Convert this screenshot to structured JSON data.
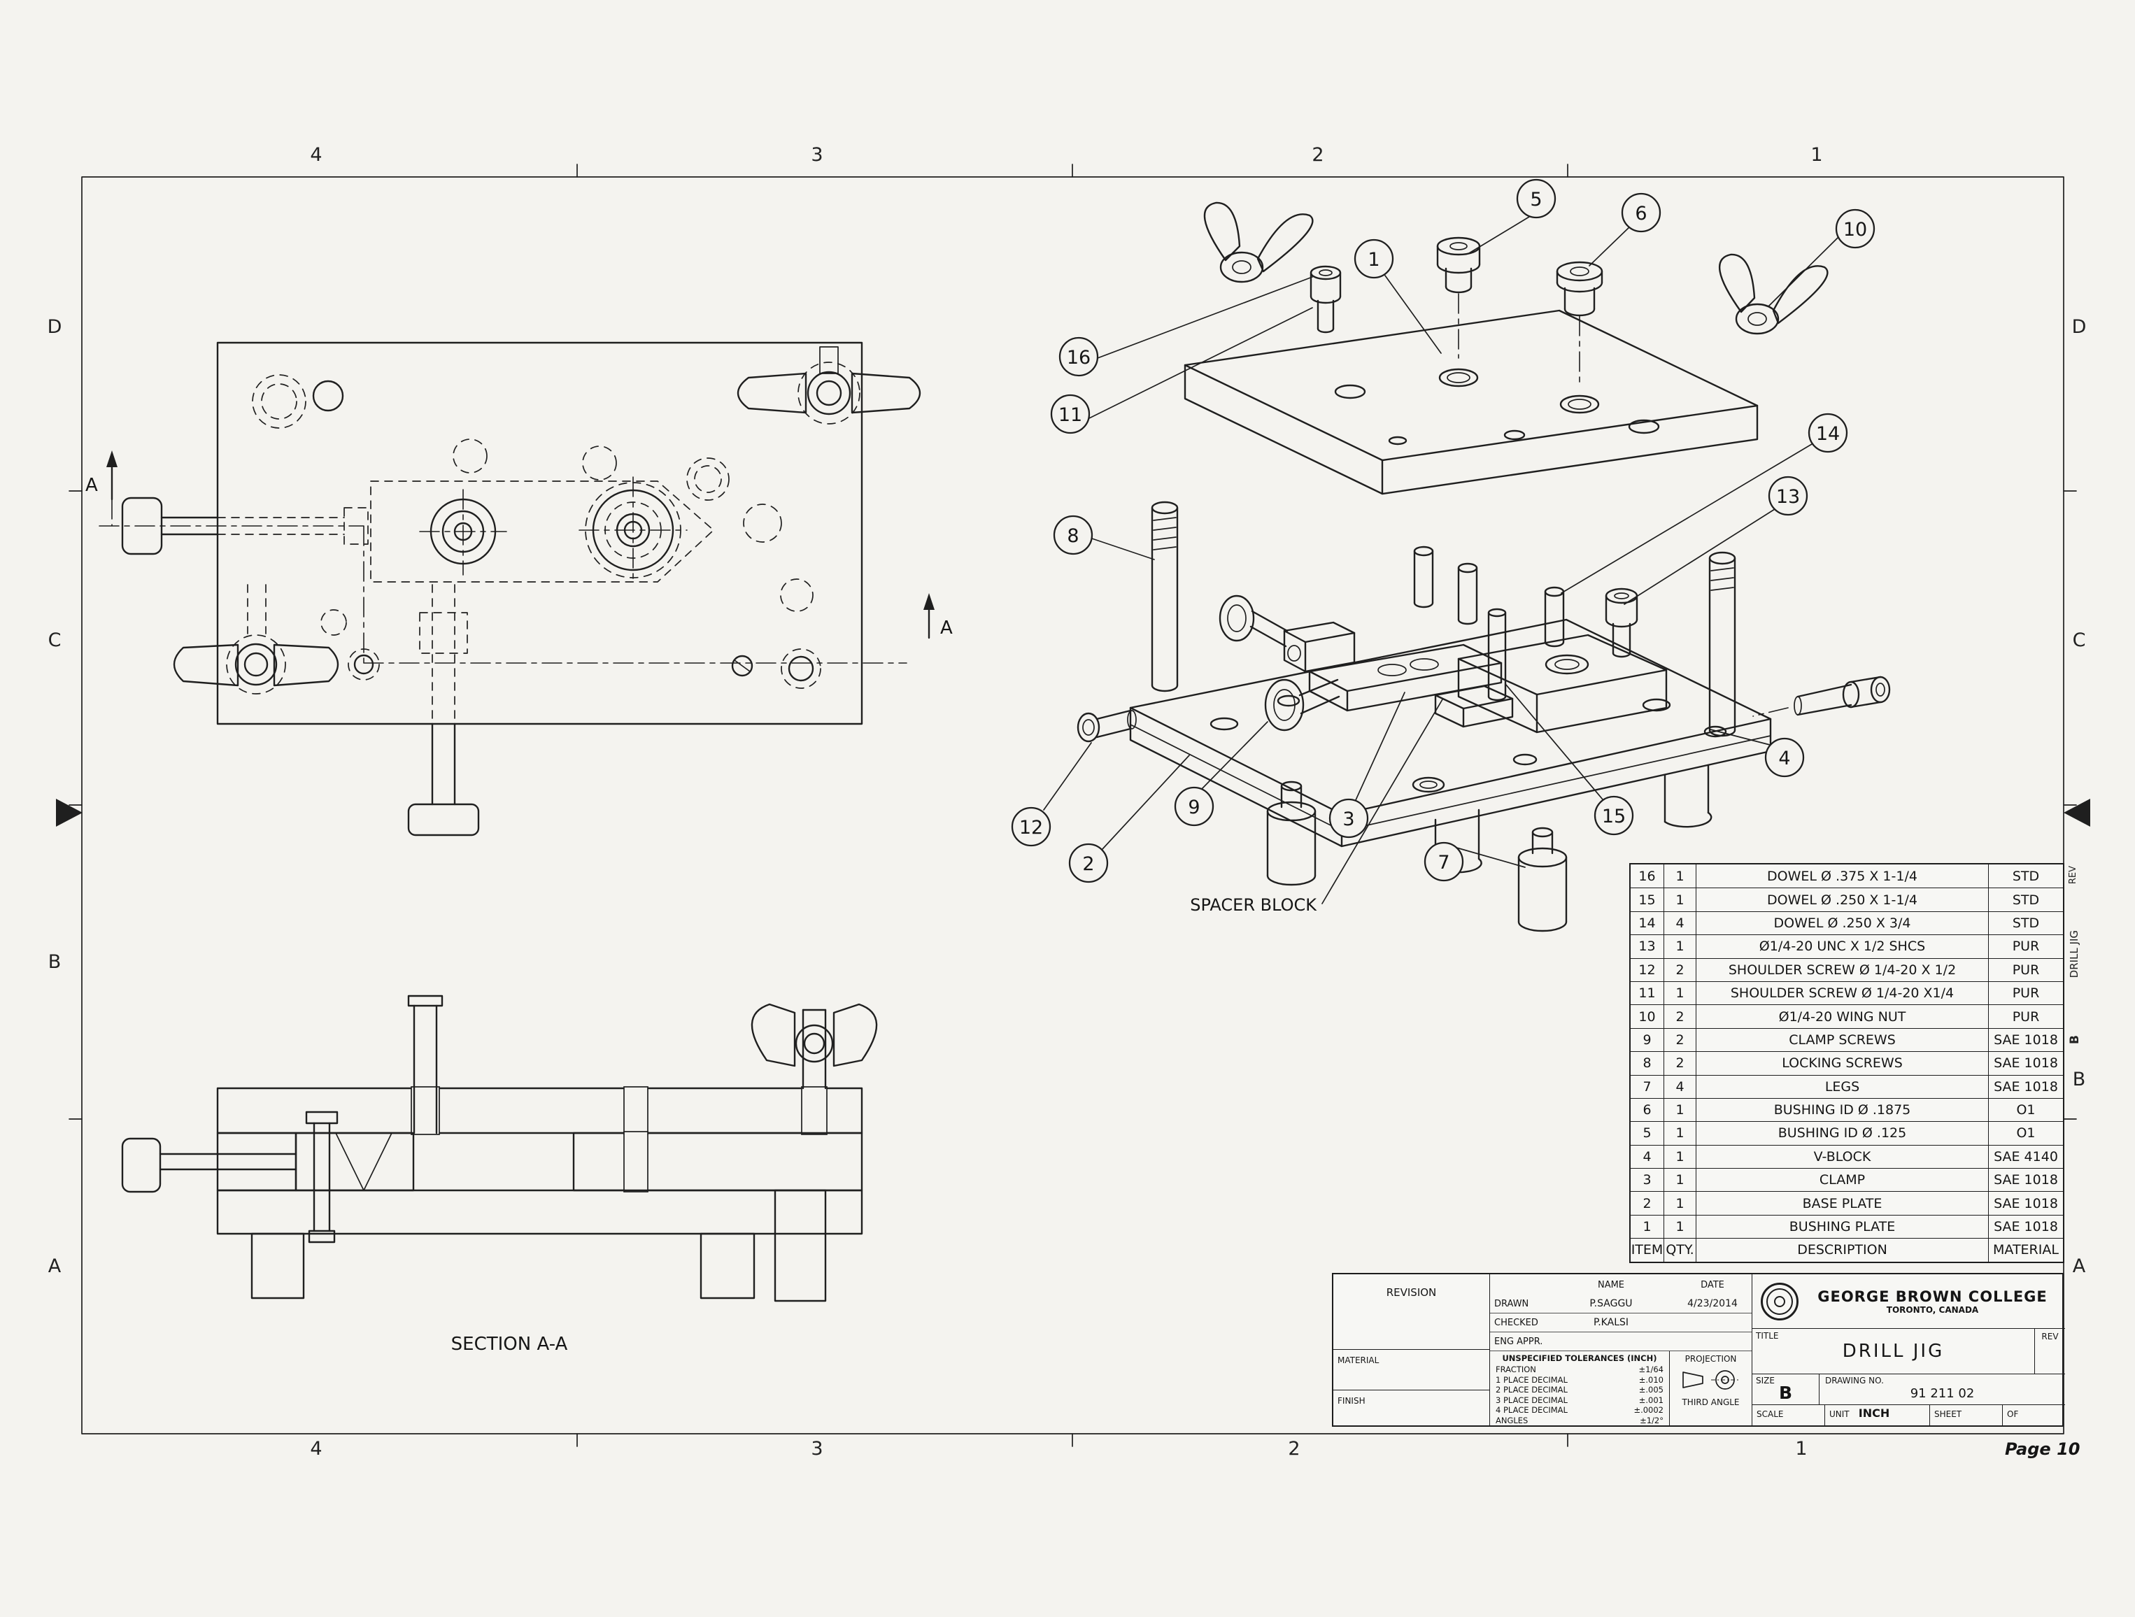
{
  "sheet": {
    "page_label": "Page 10",
    "zones": {
      "cols": [
        "4",
        "3",
        "2",
        "1"
      ],
      "rows": [
        "D",
        "C",
        "B",
        "A"
      ]
    },
    "edge_strip": {
      "rev": "REV",
      "title": "DRILL JIG",
      "size": "B"
    }
  },
  "views": {
    "section_label": "SECTION A-A",
    "spacer_label": "SPACER BLOCK",
    "datum_label": "A"
  },
  "callouts": {
    "c1": "1",
    "c2": "2",
    "c3": "3",
    "c4": "4",
    "c5": "5",
    "c6": "6",
    "c7": "7",
    "c8": "8",
    "c9": "9",
    "c10": "10",
    "c11": "11",
    "c12": "12",
    "c13": "13",
    "c14": "14",
    "c15": "15",
    "c16": "16"
  },
  "bom": {
    "headers": {
      "item": "ITEM",
      "qty": "QTY.",
      "description": "DESCRIPTION",
      "material": "MATERIAL"
    },
    "rows": [
      {
        "item": "16",
        "qty": "1",
        "description": "DOWEL Ø .375 X 1-1/4",
        "material": "STD"
      },
      {
        "item": "15",
        "qty": "1",
        "description": "DOWEL Ø .250 X 1-1/4",
        "material": "STD"
      },
      {
        "item": "14",
        "qty": "4",
        "description": "DOWEL Ø .250 X 3/4",
        "material": "STD"
      },
      {
        "item": "13",
        "qty": "1",
        "description": "Ø1/4-20 UNC X 1/2 SHCS",
        "material": "PUR"
      },
      {
        "item": "12",
        "qty": "2",
        "description": "SHOULDER SCREW Ø 1/4-20 X 1/2",
        "material": "PUR"
      },
      {
        "item": "11",
        "qty": "1",
        "description": "SHOULDER SCREW Ø 1/4-20 X1/4",
        "material": "PUR"
      },
      {
        "item": "10",
        "qty": "2",
        "description": "Ø1/4-20 WING NUT",
        "material": "PUR"
      },
      {
        "item": "9",
        "qty": "2",
        "description": "CLAMP SCREWS",
        "material": "SAE 1018"
      },
      {
        "item": "8",
        "qty": "2",
        "description": "LOCKING SCREWS",
        "material": "SAE 1018"
      },
      {
        "item": "7",
        "qty": "4",
        "description": "LEGS",
        "material": "SAE 1018"
      },
      {
        "item": "6",
        "qty": "1",
        "description": "BUSHING ID Ø .1875",
        "material": "O1"
      },
      {
        "item": "5",
        "qty": "1",
        "description": "BUSHING ID Ø .125",
        "material": "O1"
      },
      {
        "item": "4",
        "qty": "1",
        "description": "V-BLOCK",
        "material": "SAE 4140"
      },
      {
        "item": "3",
        "qty": "1",
        "description": "CLAMP",
        "material": "SAE 1018"
      },
      {
        "item": "2",
        "qty": "1",
        "description": "BASE PLATE",
        "material": "SAE 1018"
      },
      {
        "item": "1",
        "qty": "1",
        "description": "BUSHING PLATE",
        "material": "SAE 1018"
      }
    ]
  },
  "title_block": {
    "revision_label": "REVISION",
    "material_label": "MATERIAL",
    "finish_label": "FINISH",
    "name_header": "NAME",
    "date_header": "DATE",
    "drawn_label": "DRAWN",
    "drawn_name": "P.SAGGU",
    "drawn_date": "4/23/2014",
    "checked_label": "CHECKED",
    "checked_name": "P.KALSI",
    "eng_appr_label": "ENG APPR.",
    "tolerances_title": "UNSPECIFIED TOLERANCES (INCH)",
    "tolerances": [
      {
        "label": "FRACTION",
        "value": "±1/64"
      },
      {
        "label": "1 PLACE DECIMAL",
        "value": "±.010"
      },
      {
        "label": "2 PLACE DECIMAL",
        "value": "±.005"
      },
      {
        "label": "3 PLACE DECIMAL",
        "value": "±.001"
      },
      {
        "label": "4 PLACE DECIMAL",
        "value": "±.0002"
      },
      {
        "label": "ANGLES",
        "value": "±1/2°"
      }
    ],
    "projection_label": "PROJECTION",
    "projection_type": "THIRD ANGLE",
    "company": "GEORGE BROWN COLLEGE",
    "company_location": "TORONTO, CANADA",
    "title_label": "TITLE",
    "title": "DRILL JIG",
    "rev_label": "REV",
    "size_label": "SIZE",
    "size": "B",
    "drawing_no_label": "DRAWING NO.",
    "drawing_no": "91 211 02",
    "scale_label": "SCALE",
    "unit_label": "UNIT",
    "unit": "INCH",
    "sheet_label": "SHEET",
    "of_label": "OF"
  }
}
